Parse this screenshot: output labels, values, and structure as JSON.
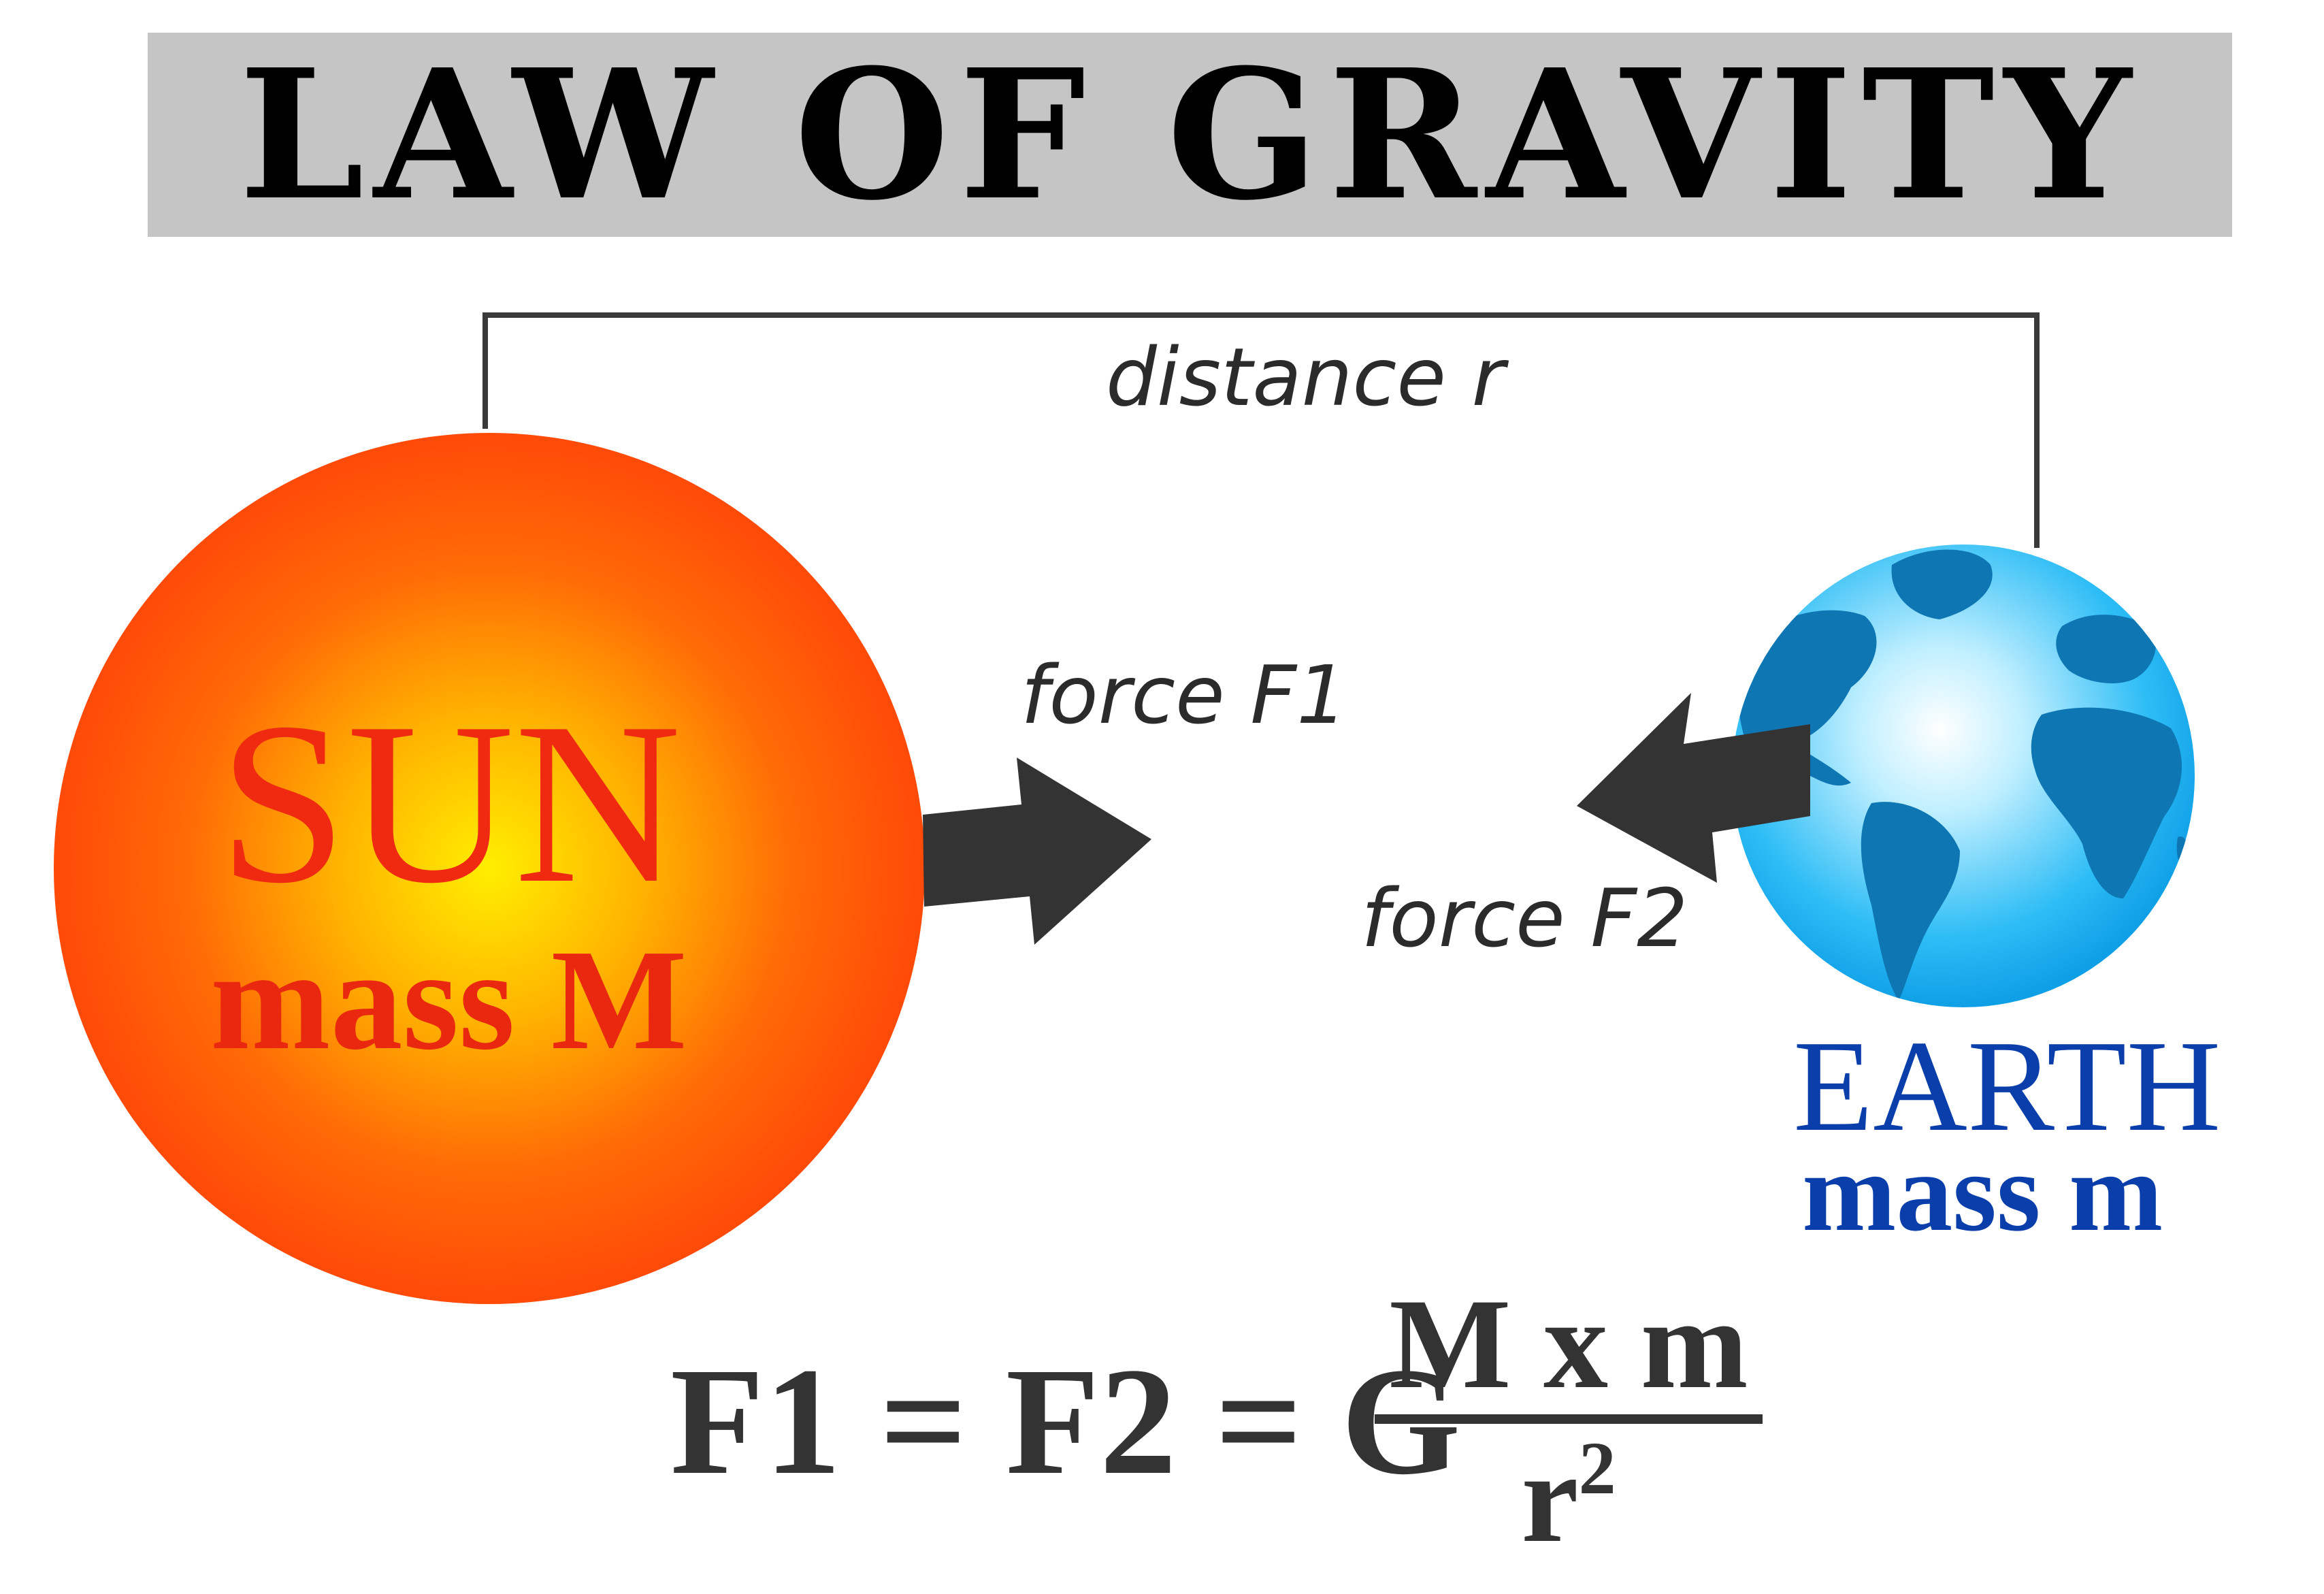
{
  "title": "LAW OF GRAVITY",
  "distance_label": "distance r",
  "sun": {
    "name": "SUN",
    "mass_label": "mass M",
    "color": "#ef2a10"
  },
  "earth": {
    "name": "EARTH",
    "mass_label": "mass m",
    "color": "#0a3eaa"
  },
  "forces": {
    "f1_label": "force F1",
    "f2_label": "force F2"
  },
  "formula": {
    "lhs": "F1 = F2 = G",
    "numerator": "M x m",
    "denominator_base": "r",
    "denominator_exponent": "2"
  }
}
